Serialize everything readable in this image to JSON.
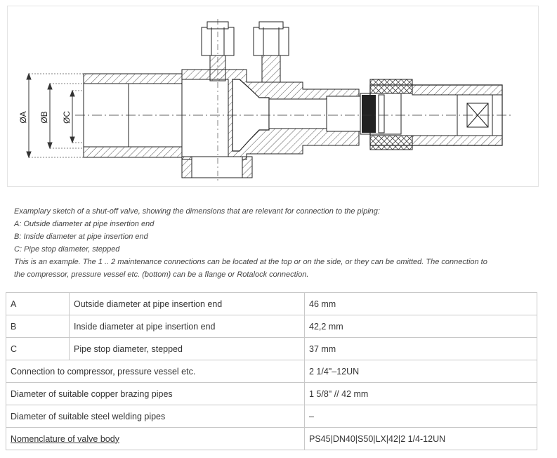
{
  "figure": {
    "labels": {
      "a": "ØA",
      "b": "ØB",
      "c": "ØC"
    }
  },
  "caption": {
    "lines": [
      "Examplary sketch of a shut-off valve, showing the dimensions that are relevant for connection to the piping:",
      "A: Outside diameter at pipe insertion end",
      "B: Inside diameter at pipe insertion end",
      "C: Pipe stop diameter, stepped",
      "This is an example. The 1 .. 2 maintenance connections can be located at the top or on the side, or they can be omitted. The connection to",
      "the compressor, pressure vessel etc. (bottom) can be a flange or Rotalock connection."
    ]
  },
  "table": {
    "rows": [
      {
        "key": "A",
        "label": "Outside diameter at pipe insertion end",
        "value": "46 mm"
      },
      {
        "key": "B",
        "label": "Inside diameter at pipe insertion end",
        "value": "42,2 mm"
      },
      {
        "key": "C",
        "label": "Pipe stop diameter, stepped",
        "value": "37 mm"
      },
      {
        "label": "Connection to compressor, pressure vessel etc.",
        "value": "2 1/4\"–12UN"
      },
      {
        "label": "Diameter of suitable copper brazing pipes",
        "value": "1 5/8\" // 42 mm"
      },
      {
        "label": "Diameter of suitable steel welding pipes",
        "value": "–"
      },
      {
        "label": "Nomenclature of valve body",
        "value": "PS45|DN40|S50|LX|42|2 1/4-12UN"
      }
    ]
  }
}
